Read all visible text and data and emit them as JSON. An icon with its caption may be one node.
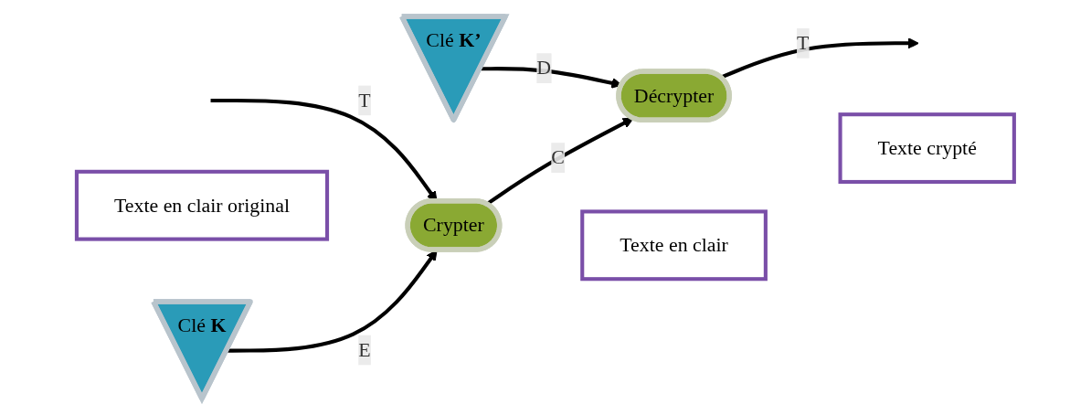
{
  "diagram": {
    "nodes": [
      {
        "text": [
          "Clé **K**"
        ]
      },
      {
        "text": [
          "Clé **K’**"
        ]
      },
      {
        "text": [
          "Crypter"
        ]
      },
      {
        "text": [
          "Décrypter"
        ]
      },
      {
        "text": [
          "Texte en clair"
        ]
      },
      {
        "text": [
          "Texte crypté"
        ]
      },
      {
        "text": [
          "Texte en clair original"
        ]
      }
    ],
    "edges": [
      {
        "from": null,
        "to": 2,
        "arrow": "to",
        "label": "T"
      },
      {
        "from": 0,
        "to": 2,
        "arrow": "to",
        "label": "E"
      },
      {
        "from": 2,
        "to": 3,
        "arrow": "to",
        "label": "C"
      },
      {
        "from": 1,
        "to": 3,
        "arrow": "to",
        "label": "D"
      },
      {
        "from": 3,
        "to": null,
        "arrow": "to",
        "label": "T"
      }
    ]
  }
}
